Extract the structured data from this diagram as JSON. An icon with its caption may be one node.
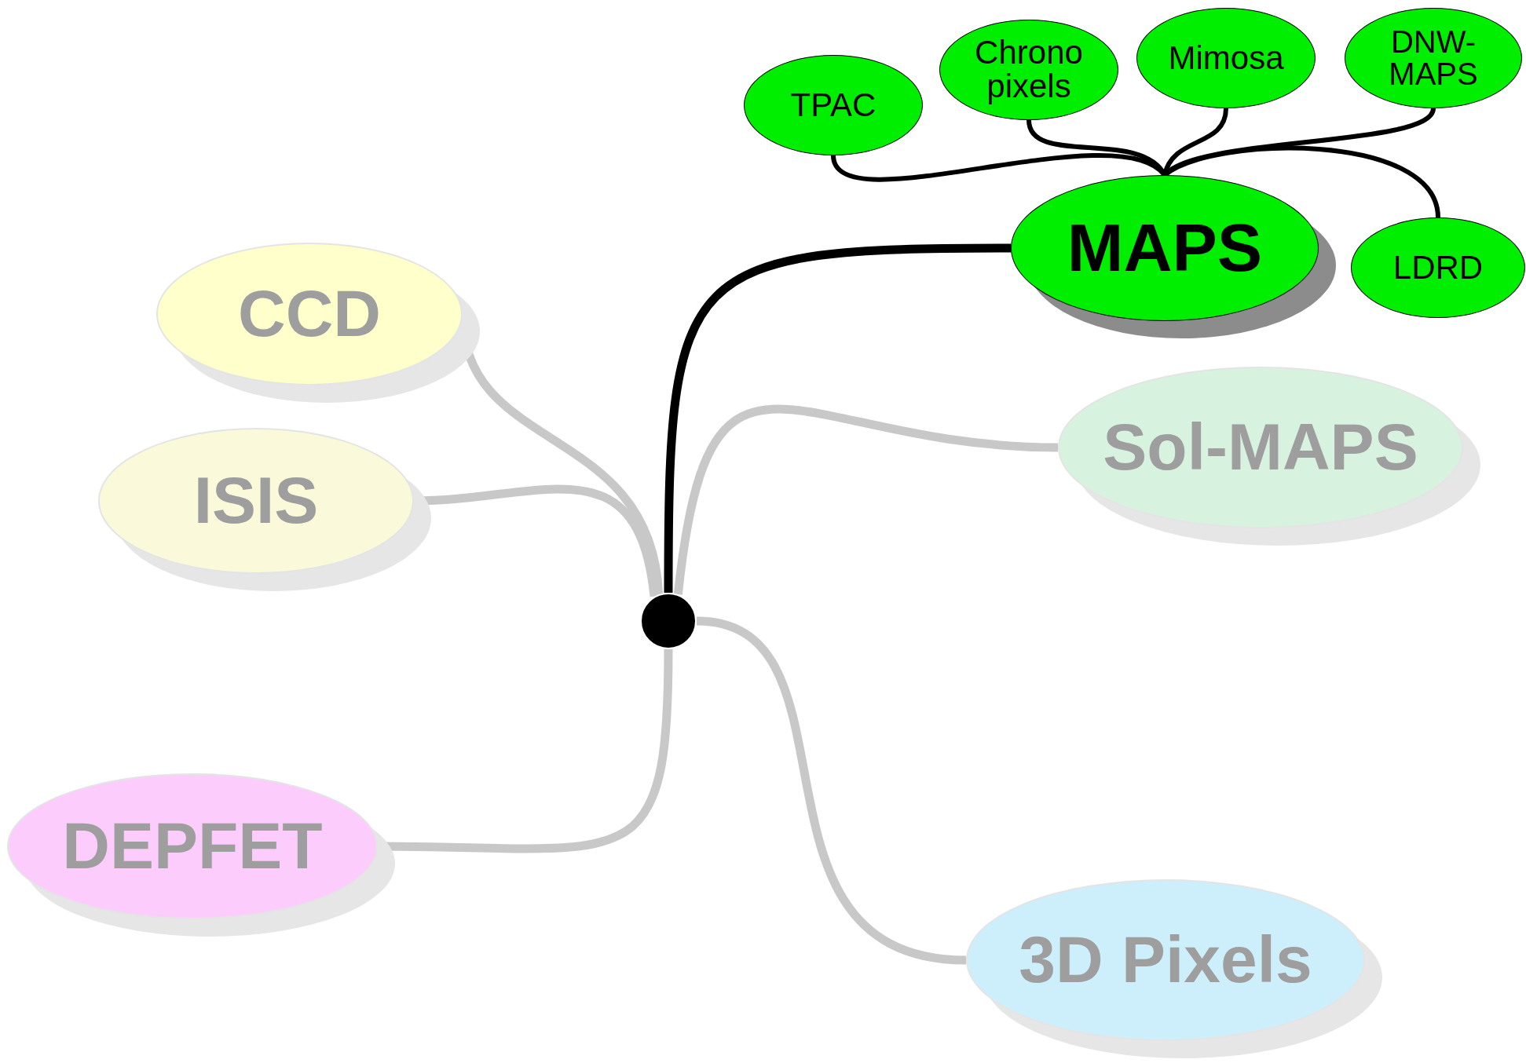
{
  "diagram": {
    "nodes": [
      {
        "text": [],
        "shape": "circle"
      },
      {
        "text": [
          "MAPS"
        ]
      },
      {
        "text": [
          "TPAC"
        ]
      },
      {
        "text": [
          "Chrono pixels"
        ]
      },
      {
        "text": [
          "Mimosa"
        ]
      },
      {
        "text": [
          "DNW-MAPS"
        ]
      },
      {
        "text": [
          "LDRD"
        ]
      },
      {
        "text": [
          "CCD"
        ]
      },
      {
        "text": [
          "ISIS"
        ]
      },
      {
        "text": [
          "Sol-MAPS"
        ]
      },
      {
        "text": [
          "DEPFET"
        ]
      },
      {
        "text": [
          "3D Pixels"
        ]
      }
    ],
    "edges": [
      {
        "from": 0,
        "to": 1,
        "arrow": "none"
      },
      {
        "from": 0,
        "to": 7,
        "arrow": "none",
        "color": "#c8c8c8"
      },
      {
        "from": 0,
        "to": 8,
        "arrow": "none",
        "color": "#c8c8c8"
      },
      {
        "from": 0,
        "to": 9,
        "arrow": "none",
        "color": "#c8c8c8"
      },
      {
        "from": 0,
        "to": 10,
        "arrow": "none",
        "color": "#c8c8c8"
      },
      {
        "from": 0,
        "to": 11,
        "arrow": "none",
        "color": "#c8c8c8"
      },
      {
        "from": 1,
        "to": 2,
        "arrow": "none"
      },
      {
        "from": 1,
        "to": 3,
        "arrow": "none"
      },
      {
        "from": 1,
        "to": 4,
        "arrow": "none"
      },
      {
        "from": 1,
        "to": 5,
        "arrow": "none"
      },
      {
        "from": 1,
        "to": 6,
        "arrow": "none"
      }
    ]
  }
}
